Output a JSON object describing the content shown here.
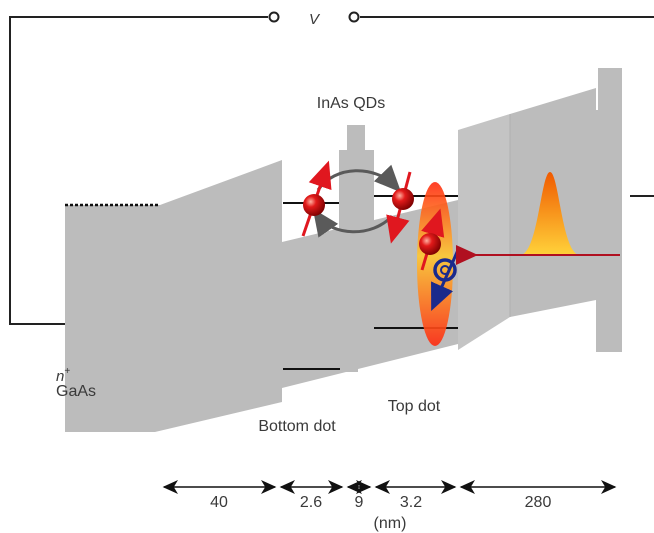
{
  "labels": {
    "voltage": "V",
    "qds": "InAs QDs",
    "n_plus_sup": "+",
    "n_plus_base": "n",
    "gaas": "GaAs",
    "bottom_dot": "Bottom dot",
    "top_dot": "Top dot",
    "unit": "(nm)"
  },
  "dimensions": [
    "40",
    "2.6",
    "9",
    "3.2",
    "280"
  ],
  "colors": {
    "band": "#bcbcbc",
    "spin_arrow": "#e0171f",
    "hole_arrow": "#1a2a8c",
    "tunnel_arrow": "#5a5a5a",
    "laser": "#b01020",
    "pulse_peak": "#f08a00",
    "pulse_base": "#ffd040"
  }
}
